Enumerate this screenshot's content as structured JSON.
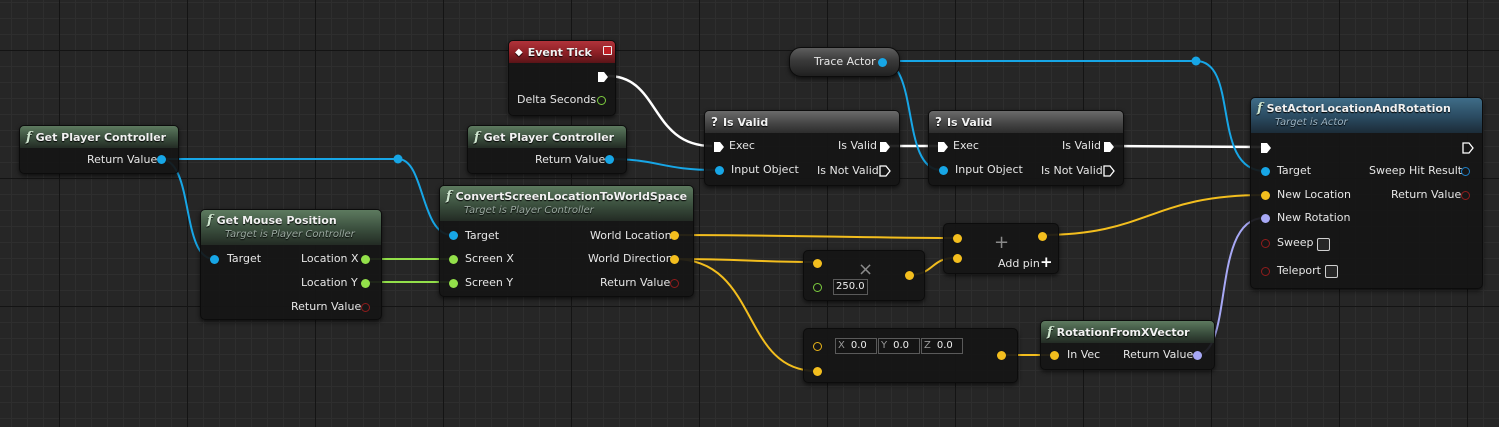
{
  "nodes": {
    "event_tick": {
      "title": "Event Tick",
      "pins": {
        "delta_seconds": "Delta Seconds"
      }
    },
    "trace_actor": {
      "title": "Trace Actor"
    },
    "get_player_controller_1": {
      "title": "Get Player Controller",
      "pins": {
        "return_value": "Return Value"
      }
    },
    "get_player_controller_2": {
      "title": "Get Player Controller",
      "pins": {
        "return_value": "Return Value"
      }
    },
    "get_mouse_position": {
      "title": "Get Mouse Position",
      "subtitle": "Target is Player Controller",
      "pins": {
        "target": "Target",
        "location_x": "Location X",
        "location_y": "Location Y",
        "return_value": "Return Value"
      }
    },
    "convert_screen": {
      "title": "ConvertScreenLocationToWorldSpace",
      "subtitle": "Target is Player Controller",
      "pins": {
        "target": "Target",
        "screen_x": "Screen X",
        "screen_y": "Screen Y",
        "world_location": "World Location",
        "world_direction": "World Direction",
        "return_value": "Return Value"
      }
    },
    "is_valid_1": {
      "title": "Is Valid",
      "pins": {
        "exec": "Exec",
        "input_object": "Input Object",
        "is_valid": "Is Valid",
        "is_not_valid": "Is Not Valid"
      }
    },
    "is_valid_2": {
      "title": "Is Valid",
      "pins": {
        "exec": "Exec",
        "input_object": "Input Object",
        "is_valid": "Is Valid",
        "is_not_valid": "Is Not Valid"
      }
    },
    "set_actor": {
      "title": "SetActorLocationAndRotation",
      "subtitle": "Target is Actor",
      "pins": {
        "target": "Target",
        "new_location": "New Location",
        "new_rotation": "New Rotation",
        "sweep": "Sweep",
        "teleport": "Teleport",
        "sweep_hit_result": "Sweep Hit Result",
        "return_value": "Return Value"
      }
    },
    "multiply": {
      "symbol": "×",
      "value": "250.0"
    },
    "add": {
      "symbol": "+",
      "add_pin": "Add pin",
      "add_pin_icon": "+"
    },
    "make_vector": {
      "x_label": "X",
      "x_value": "0.0",
      "y_label": "Y",
      "y_value": "0.0",
      "z_label": "Z",
      "z_value": "0.0"
    },
    "rotation_from_x": {
      "title": "RotationFromXVector",
      "pins": {
        "in_vec": "In Vec",
        "return_value": "Return Value"
      }
    }
  },
  "icons": {
    "function": "f",
    "macro": "?",
    "event": "◆"
  },
  "colors": {
    "object_pin": "#17a6e6",
    "float_pin": "#93e04a",
    "vector_pin": "#f3be1e",
    "rotator_pin": "#a7a8f5",
    "bool_pin": "#8f1c1c",
    "exec_wire": "#ffffff",
    "function_header": "#3a4e3d",
    "target_header": "#2a4a60",
    "event_header": "#8c1f25"
  }
}
